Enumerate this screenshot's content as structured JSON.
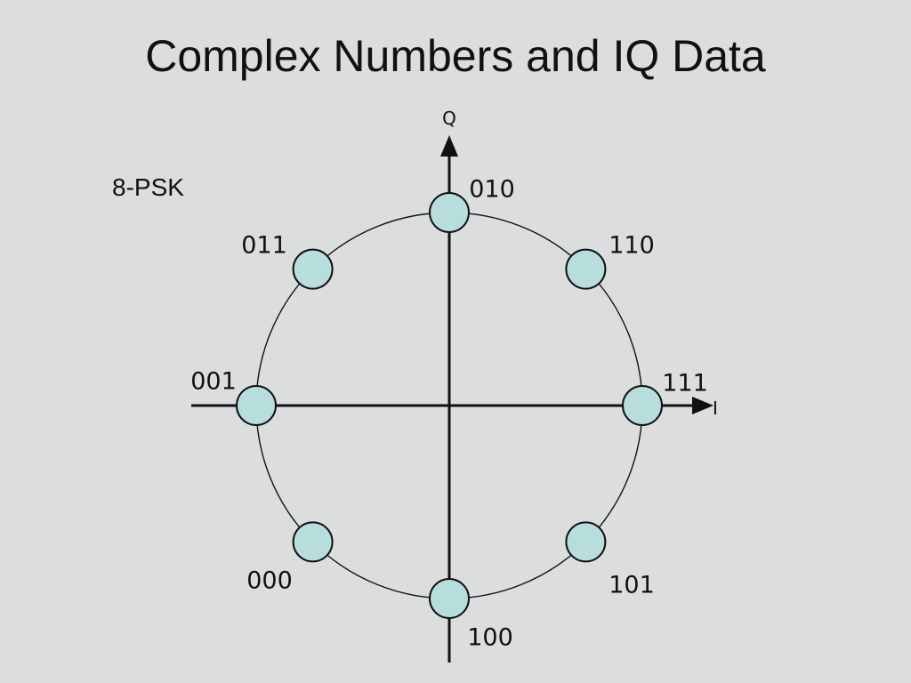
{
  "slide": {
    "title": "Complex Numbers and IQ  Data",
    "scheme_label": "8-PSK"
  },
  "diagram": {
    "type": "constellation",
    "axes": {
      "horizontal": "I",
      "vertical": "Q"
    },
    "point_fill": "#b7dddd",
    "line_color": "#111111",
    "symbols": [
      {
        "bits": "111",
        "angle_deg": 0
      },
      {
        "bits": "110",
        "angle_deg": 45
      },
      {
        "bits": "010",
        "angle_deg": 90
      },
      {
        "bits": "011",
        "angle_deg": 135
      },
      {
        "bits": "001",
        "angle_deg": 180
      },
      {
        "bits": "000",
        "angle_deg": 225
      },
      {
        "bits": "100",
        "angle_deg": 270
      },
      {
        "bits": "101",
        "angle_deg": 315
      }
    ]
  }
}
